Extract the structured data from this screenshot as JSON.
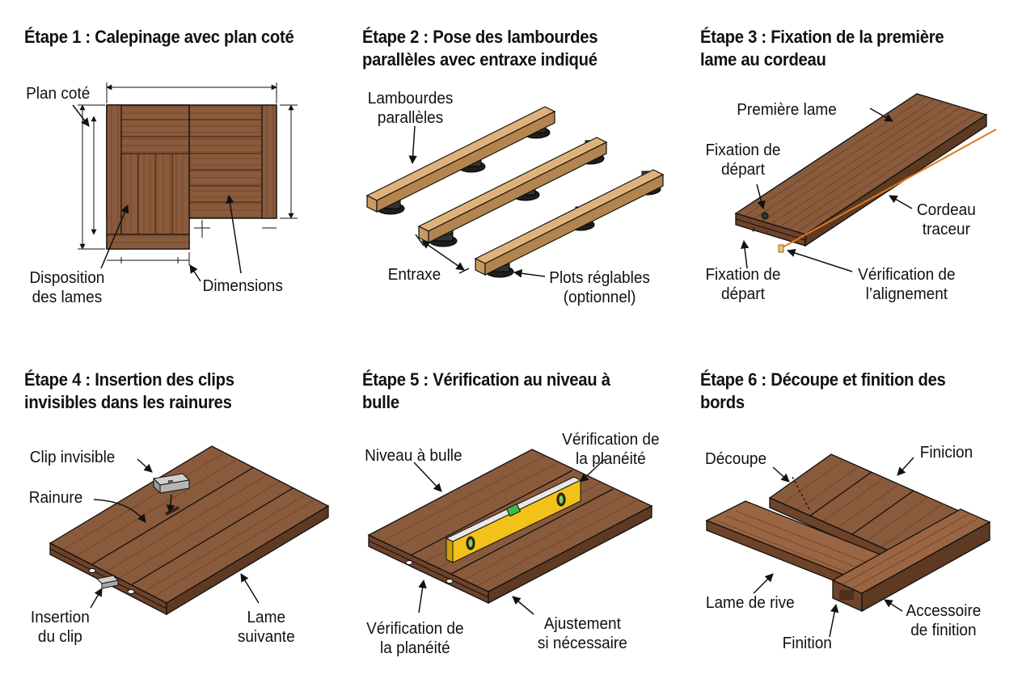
{
  "colors": {
    "wood": "#8a5a3c",
    "wood_light": "#a06c48",
    "wood_dark": "#5e3a22",
    "joist": "#c99a62",
    "joist_dark": "#8a6238",
    "pedestal": "#2a2a2a",
    "string": "#e07a1a",
    "level_yellow": "#f2c21a",
    "bubble": "#3db84a",
    "line": "#111111"
  },
  "steps": [
    {
      "title": "Étape 1 : Calepinage avec plan coté",
      "labels": {
        "plan": "Plan coté",
        "disposition": "Disposition\ndes lames",
        "dimensions": "Dimensions"
      }
    },
    {
      "title": "Étape 2 : Pose des lambourdes\nparallèles avec entraxe indiqué",
      "labels": {
        "lambourdes": "Lambourdes\nparallèles",
        "entraxe": "Entraxe",
        "plots": "Plots réglables\n(optionnel)"
      }
    },
    {
      "title": "Étape 3 : Fixation de la première\nlame au cordeau",
      "labels": {
        "premiere": "Première lame",
        "fixation_top": "Fixation de\ndépart",
        "cordeau": "Cordeau\ntraceur",
        "fixation_bottom": "Fixation de\ndépart",
        "verification": "Vérification de\nl’alignement"
      }
    },
    {
      "title": "Étape 4 : Insertion des clips\ninvisibles dans les rainures",
      "labels": {
        "clip": "Clip invisible",
        "rainure": "Rainure",
        "insertion": "Insertion\ndu clip",
        "lame": "Lame\nsuivante"
      }
    },
    {
      "title": "Étape 5 : Vérification au niveau à\nbulle",
      "labels": {
        "niveau": "Niveau à bulle",
        "planeite_top": "Vérification de\nla planéité",
        "planeite_bottom": "Vérification de\nla planéité",
        "ajustement": "Ajustement\nsi nécessaire"
      }
    },
    {
      "title": "Étape 6 : Découpe et finition des\nbords",
      "labels": {
        "decoupe": "Découpe",
        "finicion": "Finicion",
        "rive": "Lame de rive",
        "finition": "Finition",
        "accessoire": "Accessoire\nde finition"
      }
    }
  ]
}
